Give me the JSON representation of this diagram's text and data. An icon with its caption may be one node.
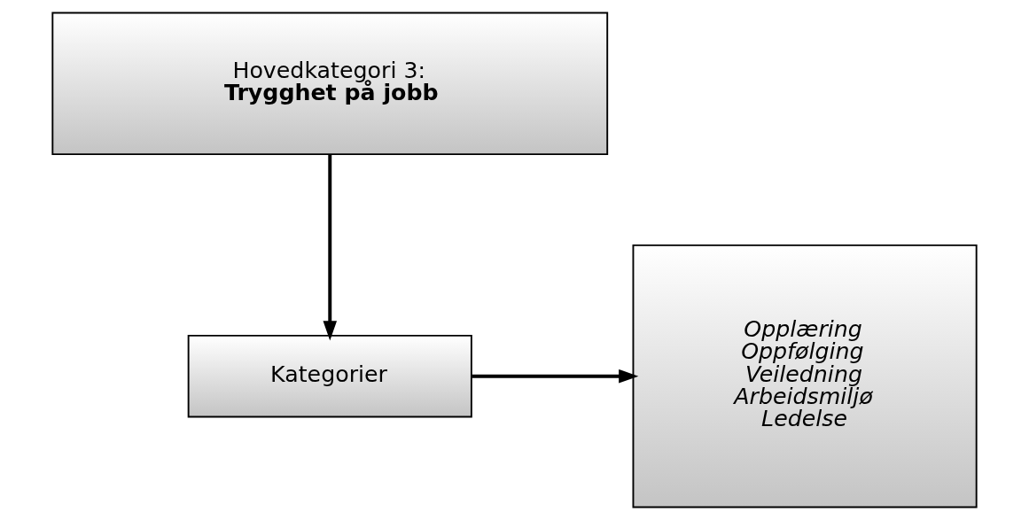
{
  "diagram": {
    "nodes": [
      {
        "text": [
          "Hovedkategori 3:",
          "Trygghet på jobb"
        ]
      },
      {
        "text": [
          "Kategorier"
        ]
      },
      {
        "text": [
          "Opplæring",
          "Oppfølging",
          "Veiledning",
          "Arbeidsmiljø",
          "Ledelse"
        ]
      }
    ],
    "edges": [
      {
        "from": 0,
        "to": 1,
        "arrow": "to"
      },
      {
        "from": 1,
        "to": 2,
        "arrow": "to"
      }
    ]
  }
}
